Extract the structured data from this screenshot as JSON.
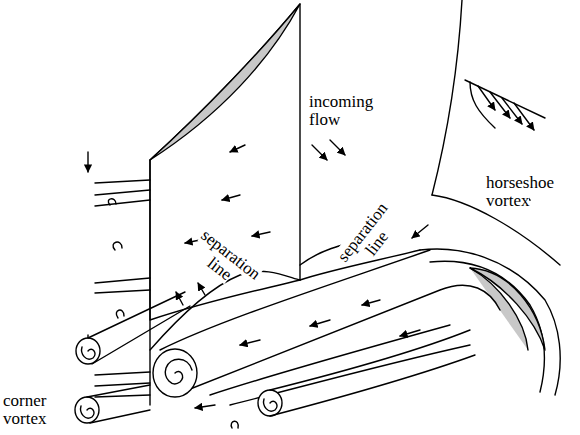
{
  "diagram": {
    "labels": [
      "incoming flow",
      "horseshoe vortex",
      "separation line",
      "separation line",
      "corner vortex"
    ]
  }
}
